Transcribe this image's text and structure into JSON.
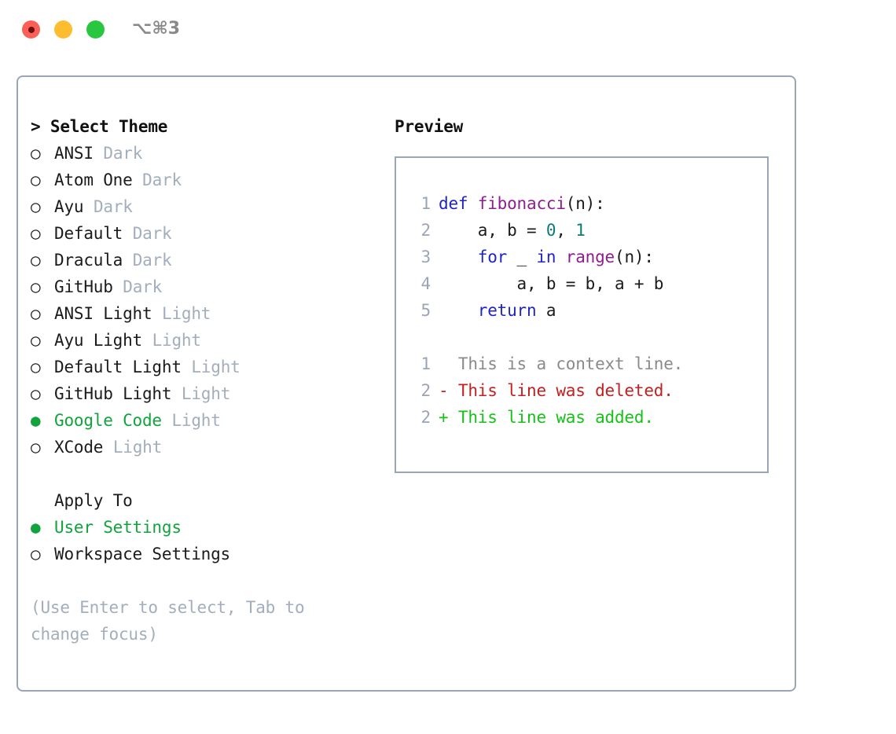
{
  "window": {
    "title": "⌥⌘3",
    "traffic_lights": [
      {
        "name": "close",
        "color": "#fb5f57",
        "active_dot": true
      },
      {
        "name": "minimize",
        "color": "#fdbd2e",
        "active_dot": false
      },
      {
        "name": "maximize",
        "color": "#28c73f",
        "active_dot": false
      }
    ],
    "border_color": "#9aa5b5"
  },
  "theme_picker": {
    "heading": "> Select Theme",
    "selected_marker": "●",
    "unselected_marker": "○",
    "options": [
      {
        "marker": "○",
        "label": "ANSI",
        "meta": "Dark",
        "selected": false
      },
      {
        "marker": "○",
        "label": "Atom One",
        "meta": "Dark",
        "selected": false
      },
      {
        "marker": "○",
        "label": "Ayu",
        "meta": "Dark",
        "selected": false
      },
      {
        "marker": "○",
        "label": "Default",
        "meta": "Dark",
        "selected": false
      },
      {
        "marker": "○",
        "label": "Dracula",
        "meta": "Dark",
        "selected": false
      },
      {
        "marker": "○",
        "label": "GitHub",
        "meta": "Dark",
        "selected": false
      },
      {
        "marker": "○",
        "label": "ANSI Light",
        "meta": "Light",
        "selected": false
      },
      {
        "marker": "○",
        "label": "Ayu Light",
        "meta": "Light",
        "selected": false
      },
      {
        "marker": "○",
        "label": "Default Light",
        "meta": "Light",
        "selected": false
      },
      {
        "marker": "○",
        "label": "GitHub Light",
        "meta": "Light",
        "selected": false
      },
      {
        "marker": "●",
        "label": "Google Code",
        "meta": "Light",
        "selected": true
      },
      {
        "marker": "○",
        "label": "XCode",
        "meta": "Light",
        "selected": false
      }
    ]
  },
  "apply_to": {
    "heading": "Apply To",
    "options": [
      {
        "marker": "●",
        "label": "User Settings",
        "selected": true
      },
      {
        "marker": "○",
        "label": "Workspace Settings",
        "selected": false
      }
    ]
  },
  "hint": "(Use Enter to select, Tab to change focus)",
  "preview": {
    "heading": "Preview",
    "code_lines": [
      {
        "num": "1",
        "tokens": [
          {
            "t": "def ",
            "c": "kw"
          },
          {
            "t": "fibonacci",
            "c": "fn"
          },
          {
            "t": "(n):",
            "c": "pl"
          }
        ]
      },
      {
        "num": "2",
        "tokens": [
          {
            "t": "    a, b = ",
            "c": "pl"
          },
          {
            "t": "0",
            "c": "num"
          },
          {
            "t": ", ",
            "c": "pl"
          },
          {
            "t": "1",
            "c": "num"
          }
        ]
      },
      {
        "num": "3",
        "tokens": [
          {
            "t": "    for ",
            "c": "kw"
          },
          {
            "t": "_ ",
            "c": "pl"
          },
          {
            "t": "in ",
            "c": "kw"
          },
          {
            "t": "range",
            "c": "fn"
          },
          {
            "t": "(n):",
            "c": "pl"
          }
        ]
      },
      {
        "num": "4",
        "tokens": [
          {
            "t": "        a, b = b, a + b",
            "c": "pl"
          }
        ]
      },
      {
        "num": "5",
        "tokens": [
          {
            "t": "    return ",
            "c": "kw"
          },
          {
            "t": "a",
            "c": "pl"
          }
        ]
      }
    ],
    "diff_lines": [
      {
        "num": "1",
        "sign": " ",
        "text": " This is a context line.",
        "kind": "ctx"
      },
      {
        "num": "2",
        "sign": "-",
        "text": " This line was deleted.",
        "kind": "del"
      },
      {
        "num": "2",
        "sign": "+",
        "text": " This line was added.",
        "kind": "add"
      }
    ]
  },
  "colors": {
    "accent_green": "#11a33c",
    "muted": "#a3aebd",
    "keyword": "#1f25c4",
    "function": "#8d208d",
    "number": "#0f7a73",
    "diff_add": "#17c117",
    "diff_del": "#c42020",
    "diff_ctx": "#8a8a8a"
  }
}
